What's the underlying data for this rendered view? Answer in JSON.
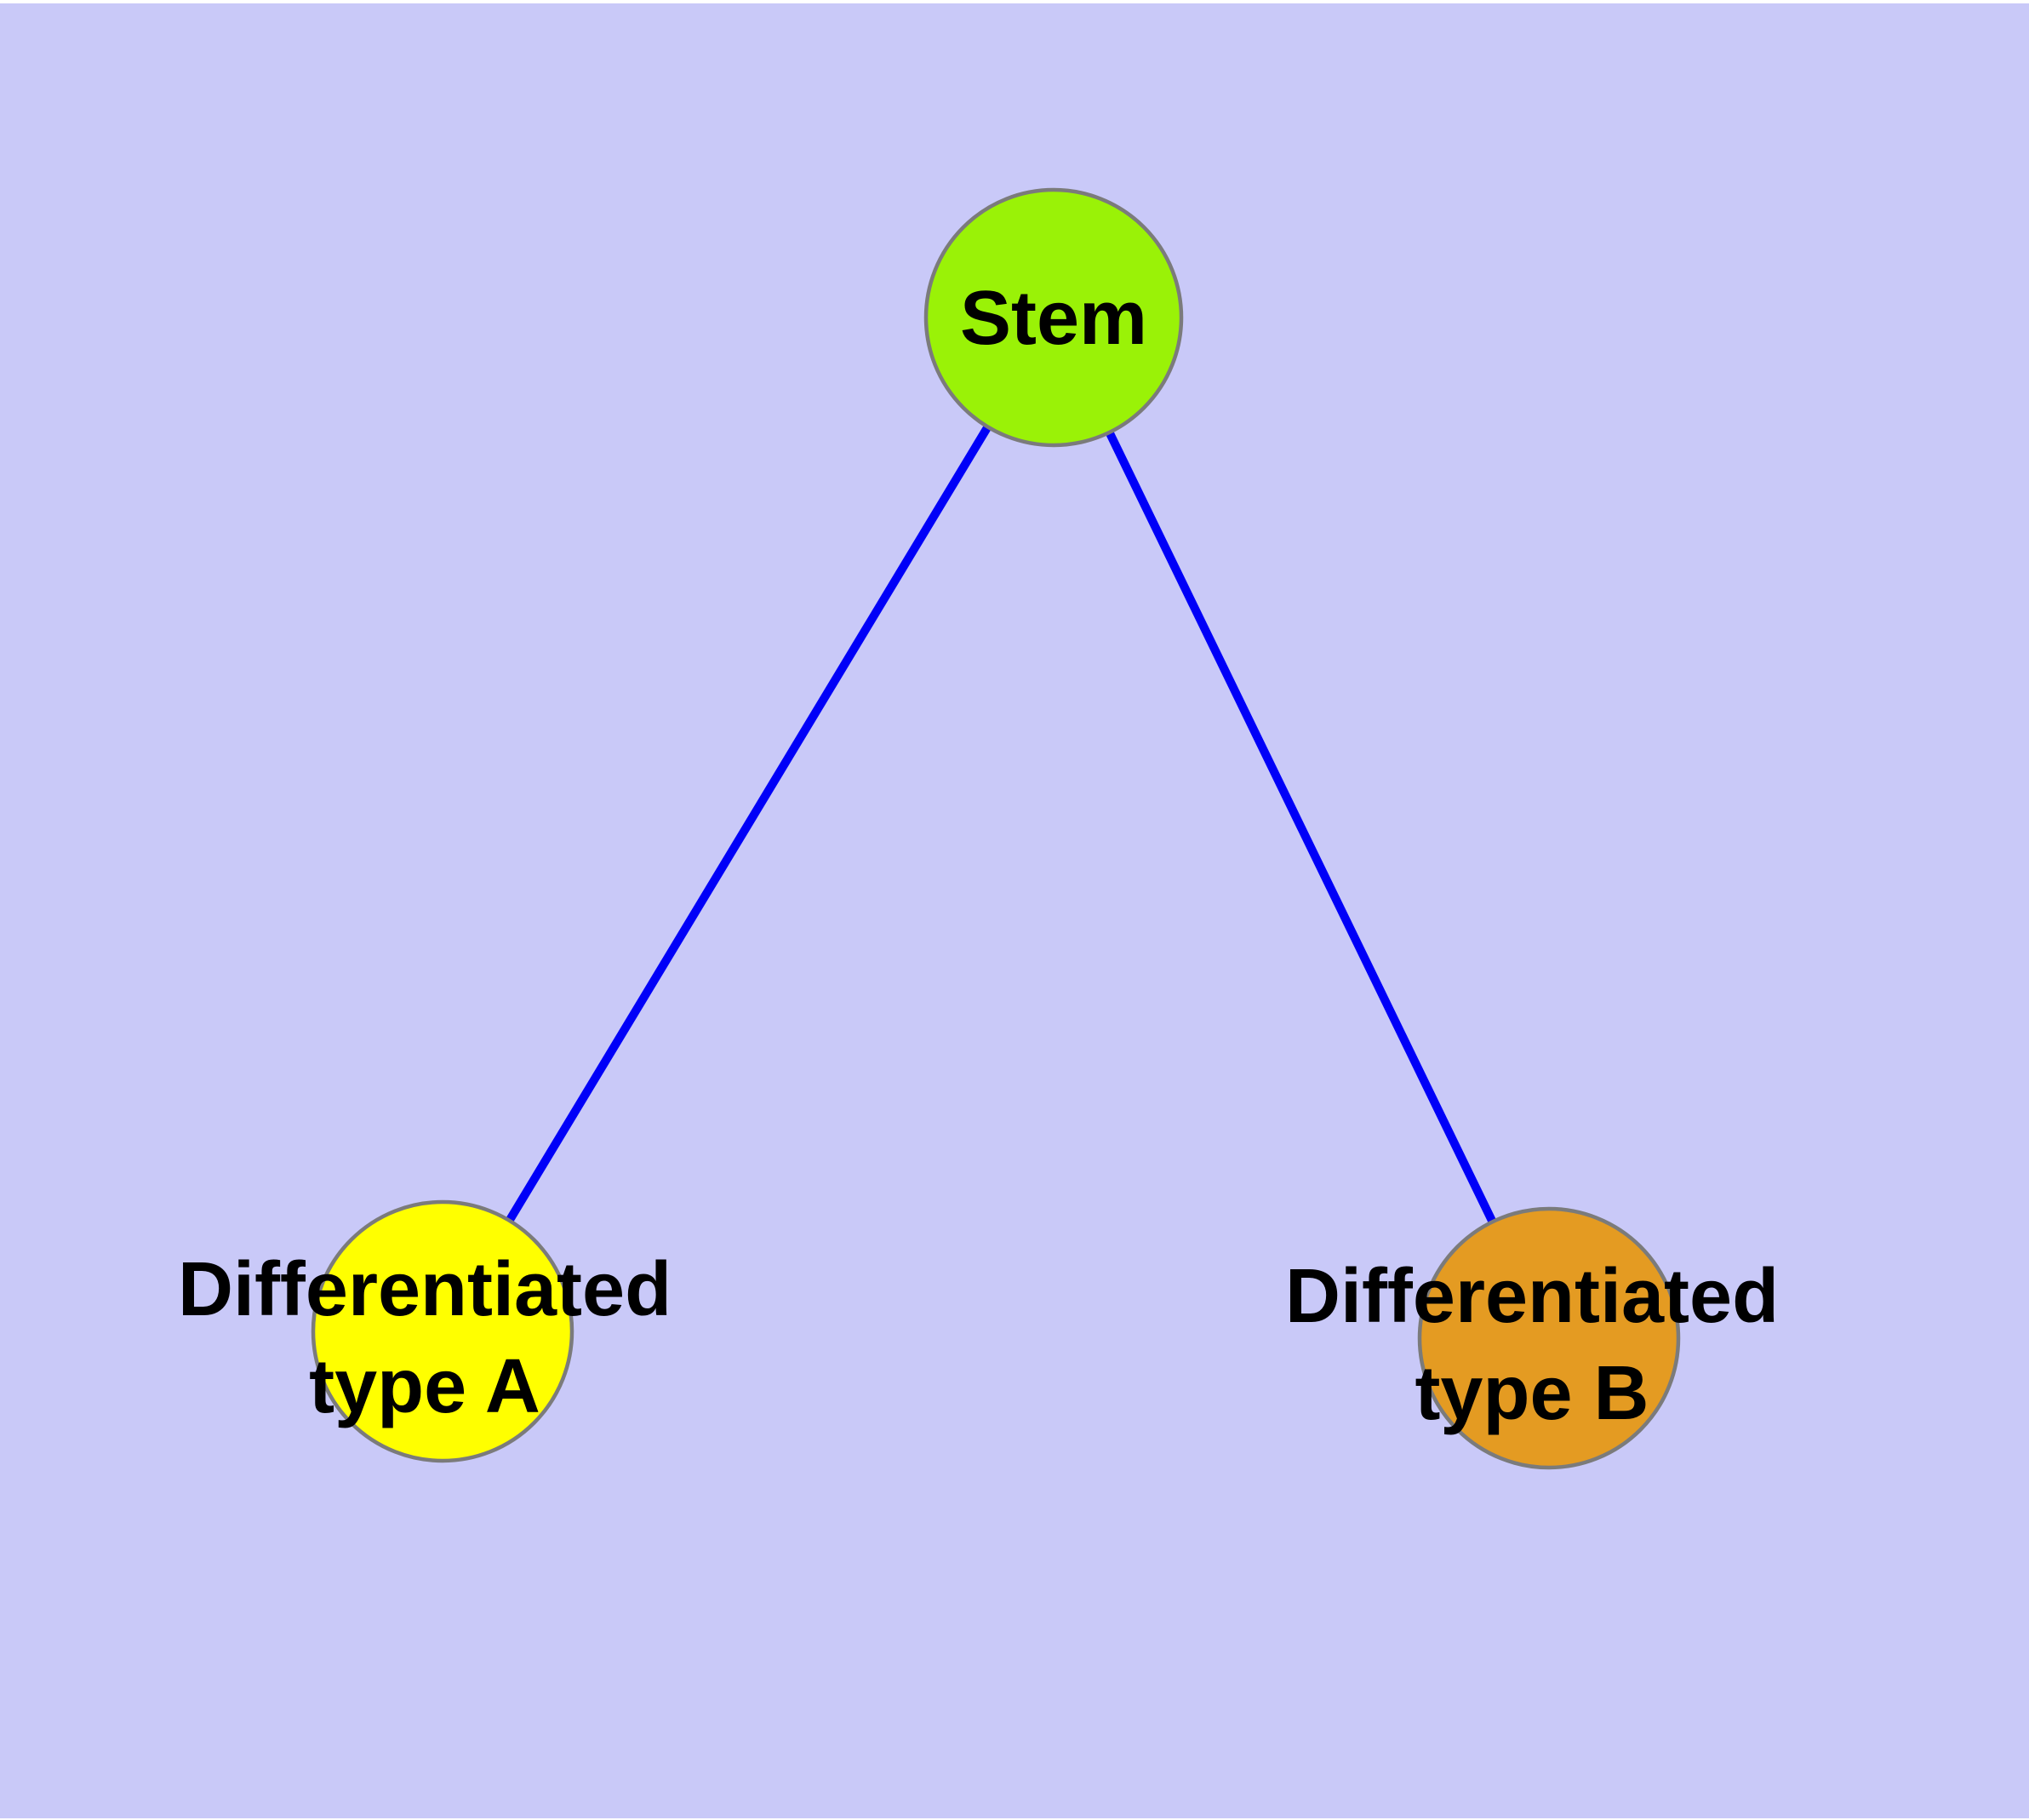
{
  "diagram": {
    "type": "node-link-graph",
    "colors": {
      "canvas_background": "#c9c9f8",
      "page_background": "#ffffff",
      "edge": "#0000f8",
      "node_border": "#7b7b7b",
      "label_text": "#000000"
    },
    "nodes": [
      {
        "id": "stem",
        "label": "Stem",
        "fill": "#9af207"
      },
      {
        "id": "differentiated-type-a",
        "label": "Differentiated type A",
        "label_line1": "Differentiated",
        "label_line2": "type A",
        "fill": "#ffff00"
      },
      {
        "id": "differentiated-type-b",
        "label": "Differentiated type B",
        "label_line1": "Differentiated",
        "label_line2": "type B",
        "fill": "#e49b22"
      }
    ],
    "edges": [
      {
        "from": "stem",
        "to": "differentiated-type-a"
      },
      {
        "from": "stem",
        "to": "differentiated-type-b"
      }
    ]
  }
}
